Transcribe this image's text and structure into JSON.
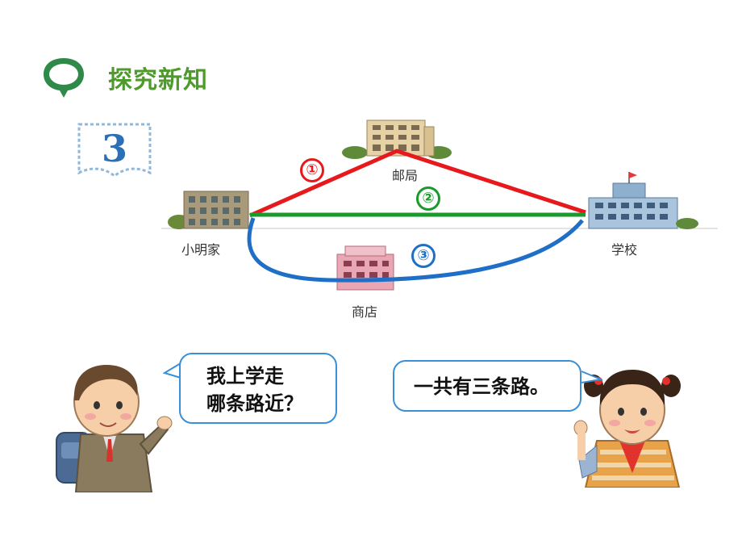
{
  "header": {
    "title": "探究新知"
  },
  "problem": {
    "number": "3"
  },
  "places": {
    "home": "小明家",
    "post_office": "邮局",
    "school": "学校",
    "shop": "商店"
  },
  "routes": [
    {
      "label": "①",
      "color": "#e8191d"
    },
    {
      "label": "②",
      "color": "#1a9a2c"
    },
    {
      "label": "③",
      "color": "#1f6fc7"
    }
  ],
  "dialog": {
    "boy_line1": "我上学走",
    "boy_line2": "哪条路近？",
    "girl": "一共有三条路。"
  }
}
